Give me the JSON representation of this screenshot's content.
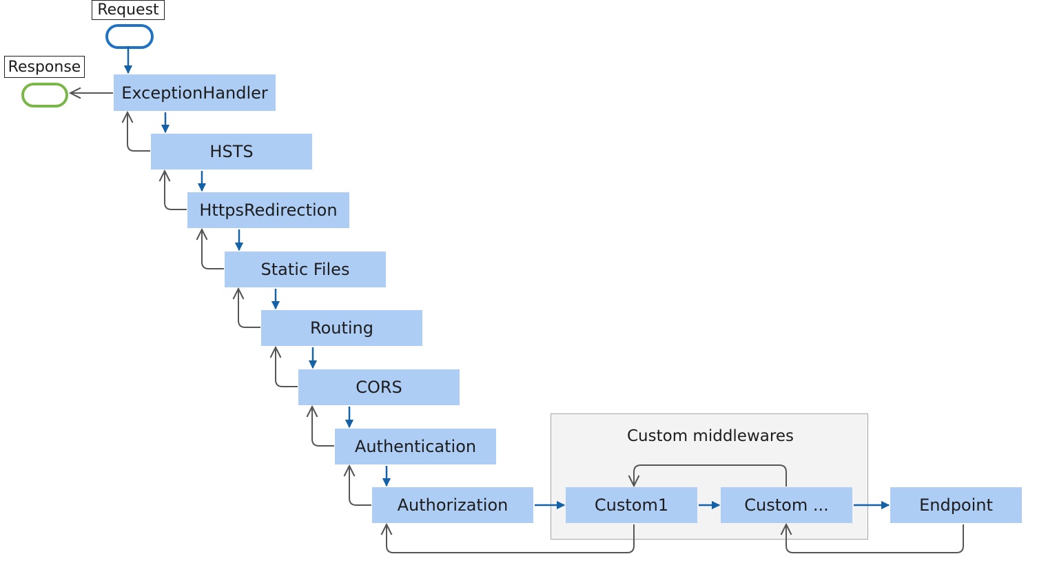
{
  "labels": {
    "request": "Request",
    "response": "Response",
    "group_title": "Custom middlewares"
  },
  "middlewares": [
    "ExceptionHandler",
    "HSTS",
    "HttpsRedirection",
    "Static Files",
    "Routing",
    "CORS",
    "Authentication",
    "Authorization"
  ],
  "custom": {
    "custom1": "Custom1",
    "custom_more": "Custom ...",
    "endpoint": "Endpoint"
  },
  "colors": {
    "box_fill": "#aecdf5",
    "request_arrow": "#1561a8",
    "response_arrow": "#555555",
    "request_pill": "#1f73c2",
    "response_pill": "#7ab648",
    "group_fill": "#f3f3f3",
    "group_border": "#a6a6a6"
  }
}
